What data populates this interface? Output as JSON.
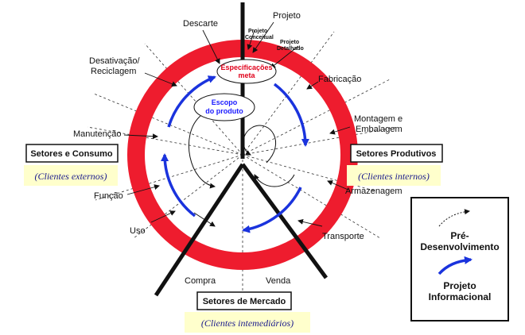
{
  "colors": {
    "ring": "#ee1c2e",
    "flow": "#1a33dd",
    "client_box": "#ffffcc",
    "spec_text": "#e0001a",
    "scope_text": "#1a1aff"
  },
  "phases": {
    "descarte": "Descarte",
    "projeto": "Projeto",
    "projeto_conceitual_1": "Projeto",
    "projeto_conceitual_2": "Conceitual",
    "projeto_detalhado_1": "Projeto",
    "projeto_detalhado_2": "Detalhado",
    "desativacao_1": "Desativação/",
    "desativacao_2": "Reciclagem",
    "fabricacao": "Fabricação",
    "montagem_1": "Montagem e",
    "montagem_2": "Embalagem",
    "manutencao": "Manutenção",
    "armazenagem": "Armazenagem",
    "funcao": "Função",
    "uso": "Uso",
    "transporte": "Transporte",
    "compra": "Compra",
    "venda": "Venda"
  },
  "center": {
    "spec_1": "Especificações",
    "spec_2": "meta",
    "scope_1": "Escopo",
    "scope_2": "do produto"
  },
  "sectors": {
    "consumo": "Setores e Consumo",
    "produtivos": "Setores Produtivos",
    "mercado": "Setores de Mercado"
  },
  "clients": {
    "externos": "(Clientes externos)",
    "internos": "(Clientes internos)",
    "intermediarios": "(Clientes intemediários)"
  },
  "legend": {
    "pre_1": "Pré-",
    "pre_2": "Desenvolvimento",
    "proj_1": "Projeto",
    "proj_2": "Informacional"
  }
}
